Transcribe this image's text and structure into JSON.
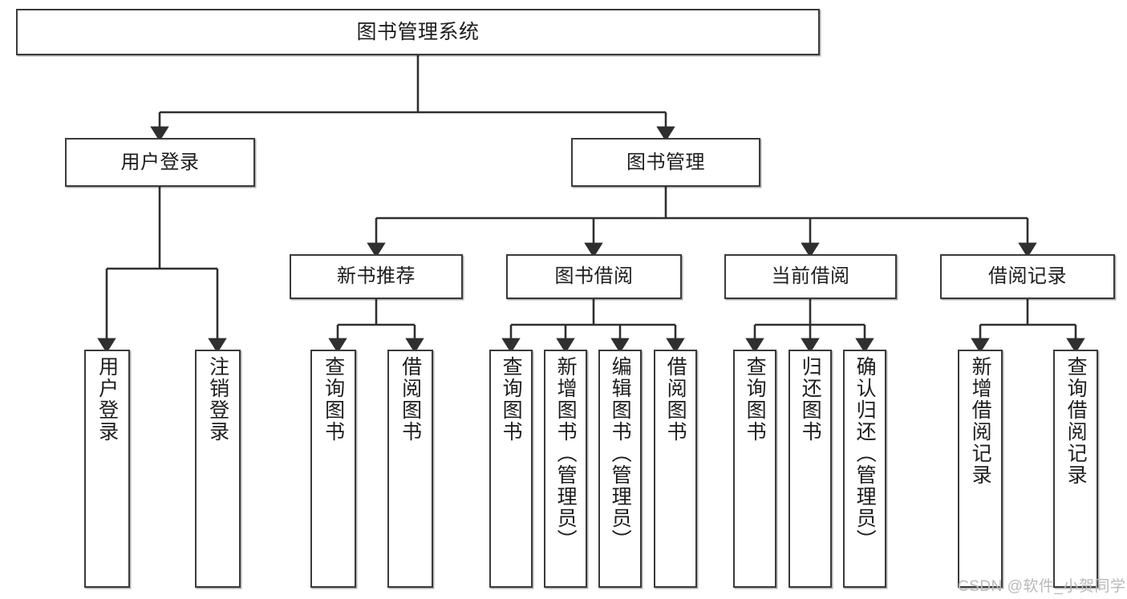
{
  "diagram": {
    "title": "图书管理系统",
    "watermark": "CSDN @软件_小贺同学",
    "colors": {
      "box_border": "#3a3a3a",
      "box_fill": "#ffffff",
      "connector": "#2f2f2f",
      "text": "#1d1d1d",
      "watermark": "#b9b9b9"
    },
    "nodes": {
      "root": {
        "label": "图书管理系统"
      },
      "level1": [
        {
          "id": "user-login",
          "label": "用户登录"
        },
        {
          "id": "book-manage",
          "label": "图书管理"
        }
      ],
      "level2": [
        {
          "id": "new-book-recommend",
          "label": "新书推荐"
        },
        {
          "id": "book-borrow",
          "label": "图书借阅"
        },
        {
          "id": "current-borrow",
          "label": "当前借阅"
        },
        {
          "id": "borrow-record",
          "label": "借阅记录"
        }
      ],
      "leaves": {
        "user-login": [
          {
            "id": "leaf-user-login",
            "label": "用户登录"
          },
          {
            "id": "leaf-logout-login",
            "label": "注销登录"
          }
        ],
        "new-book-recommend": [
          {
            "id": "leaf-query-book-1",
            "label": "查询图书"
          },
          {
            "id": "leaf-borrow-book-1",
            "label": "借阅图书"
          }
        ],
        "book-borrow": [
          {
            "id": "leaf-query-book-2",
            "label": "查询图书"
          },
          {
            "id": "leaf-add-book",
            "label": "新增图书（管理员）"
          },
          {
            "id": "leaf-edit-book",
            "label": "编辑图书（管理员）"
          },
          {
            "id": "leaf-borrow-book-2",
            "label": "借阅图书"
          }
        ],
        "current-borrow": [
          {
            "id": "leaf-query-book-3",
            "label": "查询图书"
          },
          {
            "id": "leaf-return-book",
            "label": "归还图书"
          },
          {
            "id": "leaf-confirm-return",
            "label": "确认归还（管理员）"
          }
        ],
        "borrow-record": [
          {
            "id": "leaf-add-record",
            "label": "新增借阅记录"
          },
          {
            "id": "leaf-query-record",
            "label": "查询借阅记录"
          }
        ]
      }
    }
  }
}
